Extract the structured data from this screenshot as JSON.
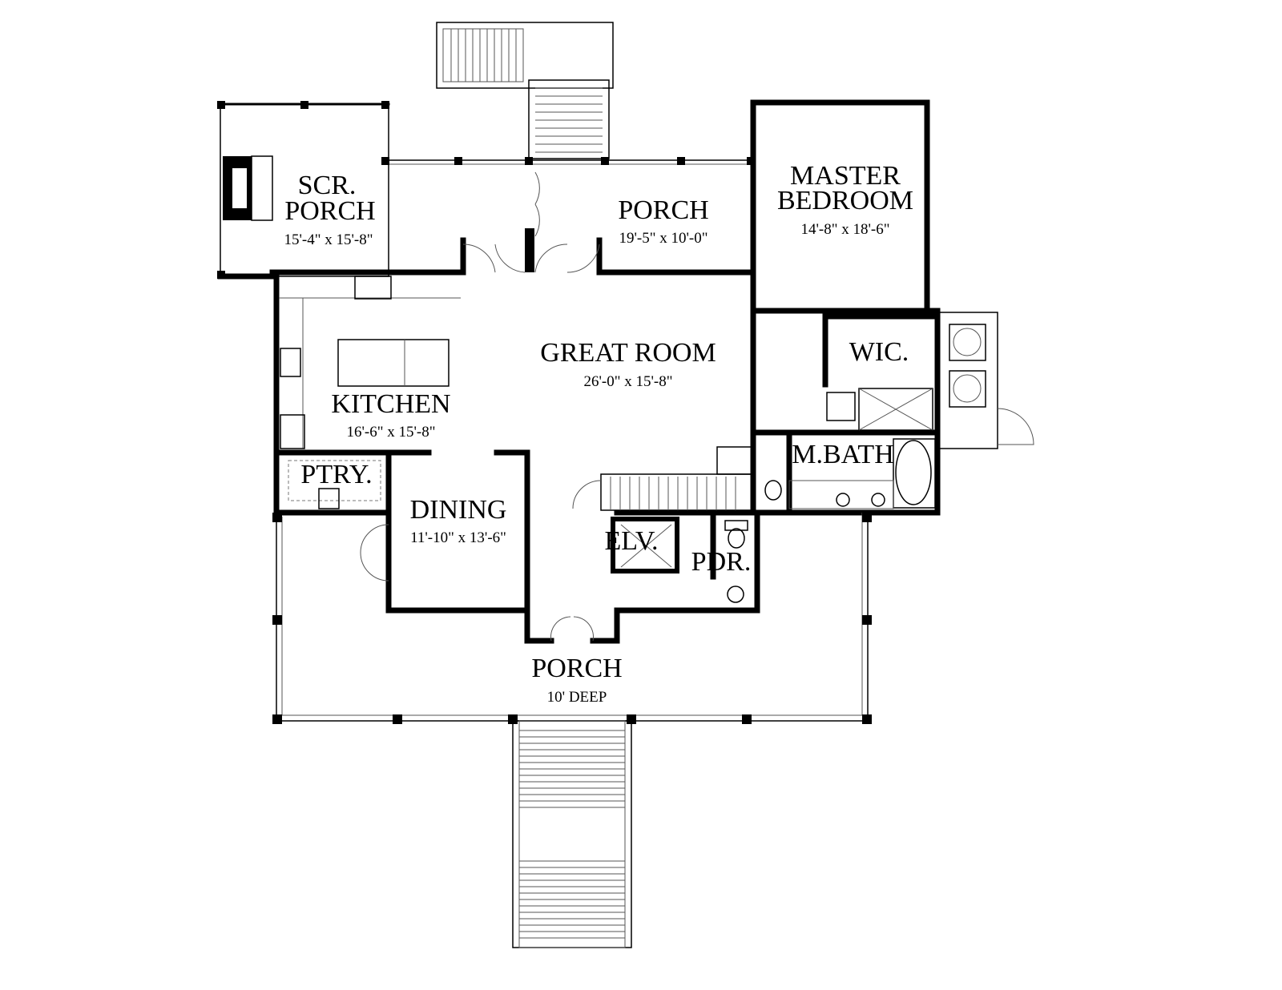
{
  "rooms": {
    "scr_porch": {
      "name_1": "SCR.",
      "name_2": "PORCH",
      "size": "15'-4\" x 15'-8\""
    },
    "rear_porch": {
      "name": "PORCH",
      "size": "19'-5\" x 10'-0\""
    },
    "master_bedroom": {
      "name_1": "MASTER",
      "name_2": "BEDROOM",
      "size": "14'-8\" x 18'-6\""
    },
    "great_room": {
      "name": "GREAT ROOM",
      "size": "26'-0\" x 15'-8\""
    },
    "kitchen": {
      "name": "KITCHEN",
      "size": "16'-6\" x 15'-8\""
    },
    "wic": {
      "name": "WIC."
    },
    "master_bath": {
      "name": "M.BATH"
    },
    "pantry": {
      "name": "PTRY."
    },
    "dining": {
      "name": "DINING",
      "size": "11'-10\" x 13'-6\""
    },
    "elevator": {
      "name": "ELV."
    },
    "powder": {
      "name": "PDR."
    },
    "front_porch": {
      "name": "PORCH",
      "size": "10' DEEP"
    }
  }
}
